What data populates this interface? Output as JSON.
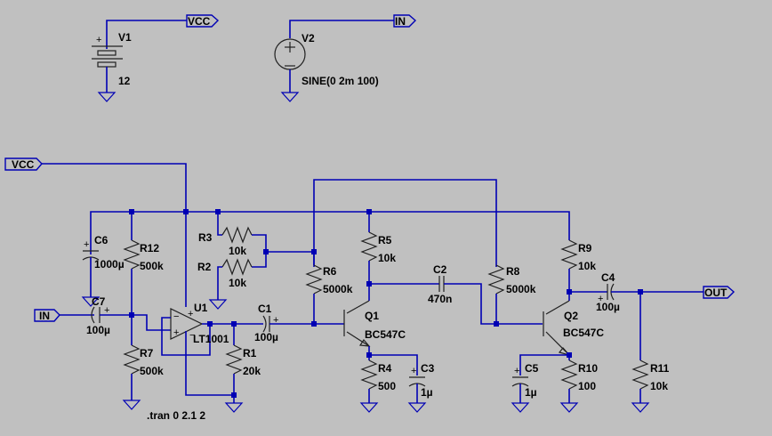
{
  "schematic": {
    "background": "#c0c0c0",
    "wire_color": "#0000b4",
    "net_labels": {
      "vcc_top": "VCC",
      "in_top": "IN",
      "vcc_left": "VCC",
      "in_left": "IN",
      "out": "OUT"
    },
    "components": {
      "V1": {
        "name": "V1",
        "value": "12"
      },
      "V2": {
        "name": "V2",
        "value": "SINE(0 2m 100)"
      },
      "U1": {
        "name": "U1",
        "value": "LT1001"
      },
      "C1": {
        "name": "C1",
        "value": "100µ"
      },
      "C2": {
        "name": "C2",
        "value": "470n"
      },
      "C3": {
        "name": "C3",
        "value": "1µ"
      },
      "C4": {
        "name": "C4",
        "value": "100µ"
      },
      "C5": {
        "name": "C5",
        "value": "1µ"
      },
      "C6": {
        "name": "C6",
        "value": "1000µ"
      },
      "C7": {
        "name": "C7",
        "value": "100µ"
      },
      "R1": {
        "name": "R1",
        "value": "20k"
      },
      "R2": {
        "name": "R2",
        "value": "10k"
      },
      "R3": {
        "name": "R3",
        "value": "10k"
      },
      "R4": {
        "name": "R4",
        "value": "500"
      },
      "R5": {
        "name": "R5",
        "value": "10k"
      },
      "R6": {
        "name": "R6",
        "value": "5000k"
      },
      "R7": {
        "name": "R7",
        "value": "500k"
      },
      "R8": {
        "name": "R8",
        "value": "5000k"
      },
      "R9": {
        "name": "R9",
        "value": "10k"
      },
      "R10": {
        "name": "R10",
        "value": "100"
      },
      "R11": {
        "name": "R11",
        "value": "10k"
      },
      "R12": {
        "name": "R12",
        "value": "500k"
      },
      "Q1": {
        "name": "Q1",
        "value": "BC547C"
      },
      "Q2": {
        "name": "Q2",
        "value": "BC547C"
      }
    },
    "directive": ".tran 0 2.1 2",
    "polarity": {
      "plus": "+",
      "minus": "−"
    }
  }
}
